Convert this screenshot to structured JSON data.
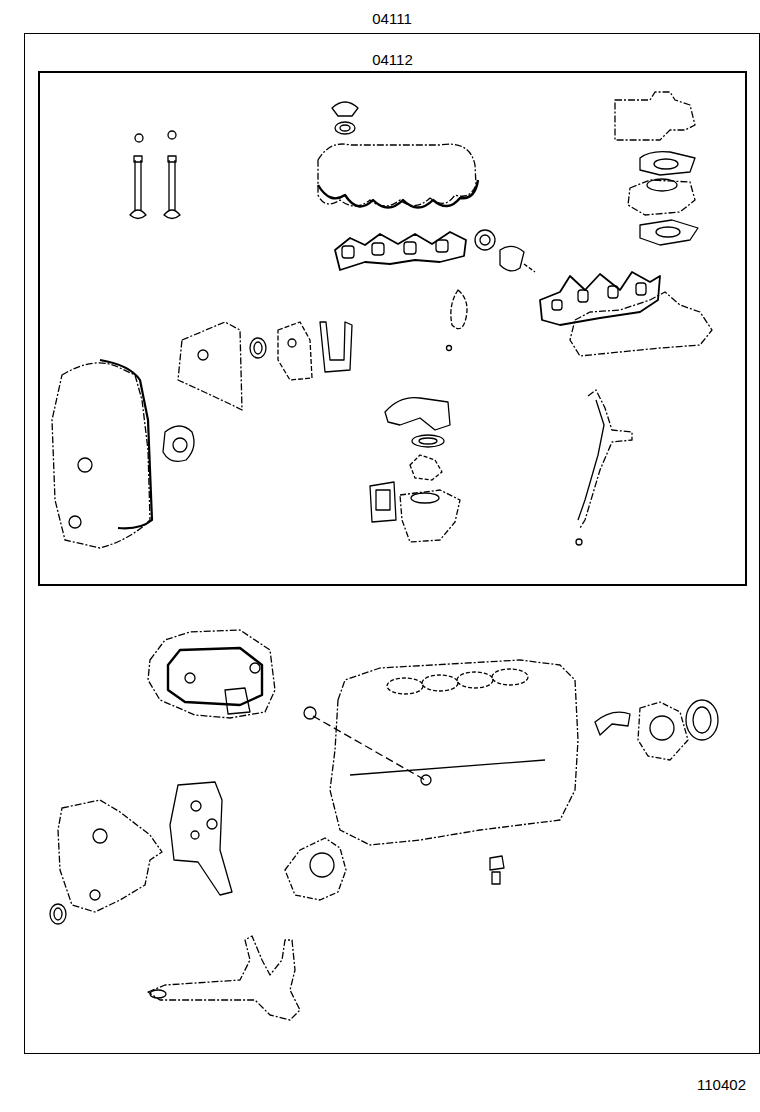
{
  "diagram": {
    "nodes": [
      {
        "text": [
          "04111"
        ]
      },
      {
        "text": [
          "04112"
        ],
        "in": 0
      }
    ],
    "labels": [
      "110402"
    ]
  }
}
